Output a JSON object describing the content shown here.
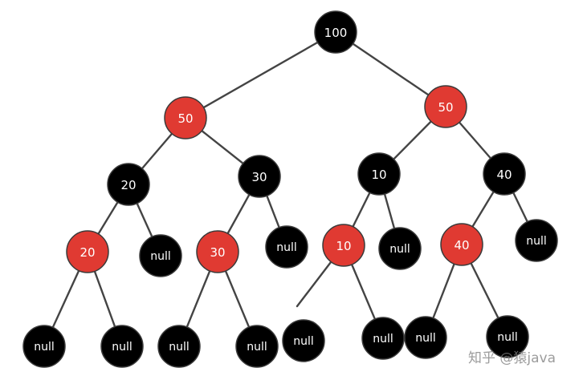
{
  "colors": {
    "red": "#e03a32",
    "black": "#000000",
    "edge": "#444444"
  },
  "tree": {
    "nodes": [
      {
        "id": "root-100",
        "label": "100",
        "color": "black"
      },
      {
        "id": "l-50",
        "label": "50",
        "color": "red"
      },
      {
        "id": "r-50",
        "label": "50",
        "color": "red"
      },
      {
        "id": "ll-20",
        "label": "20",
        "color": "black"
      },
      {
        "id": "lr-30",
        "label": "30",
        "color": "black"
      },
      {
        "id": "rl-10",
        "label": "10",
        "color": "black"
      },
      {
        "id": "rr-40",
        "label": "40",
        "color": "black"
      },
      {
        "id": "lll-20",
        "label": "20",
        "color": "red"
      },
      {
        "id": "llr-null",
        "label": "null",
        "color": "black"
      },
      {
        "id": "lrl-30",
        "label": "30",
        "color": "red"
      },
      {
        "id": "lrr-null",
        "label": "null",
        "color": "black"
      },
      {
        "id": "rll-10",
        "label": "10",
        "color": "red"
      },
      {
        "id": "rlr-null",
        "label": "null",
        "color": "black"
      },
      {
        "id": "rrl-40",
        "label": "40",
        "color": "red"
      },
      {
        "id": "rrr-null",
        "label": "null",
        "color": "black"
      },
      {
        "id": "leaf-null-1",
        "label": "null",
        "color": "black"
      },
      {
        "id": "leaf-null-2",
        "label": "null",
        "color": "black"
      },
      {
        "id": "leaf-null-3",
        "label": "null",
        "color": "black"
      },
      {
        "id": "leaf-null-4",
        "label": "null",
        "color": "black"
      },
      {
        "id": "leaf-null-5",
        "label": "null",
        "color": "black"
      },
      {
        "id": "leaf-null-6",
        "label": "null",
        "color": "black"
      },
      {
        "id": "leaf-null-7",
        "label": "null",
        "color": "black"
      },
      {
        "id": "leaf-null-8",
        "label": "null",
        "color": "black"
      }
    ],
    "edges": [
      [
        "root-100",
        "l-50"
      ],
      [
        "root-100",
        "r-50"
      ],
      [
        "l-50",
        "ll-20"
      ],
      [
        "l-50",
        "lr-30"
      ],
      [
        "r-50",
        "rl-10"
      ],
      [
        "r-50",
        "rr-40"
      ],
      [
        "ll-20",
        "lll-20"
      ],
      [
        "ll-20",
        "llr-null"
      ],
      [
        "lr-30",
        "lrl-30"
      ],
      [
        "lr-30",
        "lrr-null"
      ],
      [
        "rl-10",
        "rll-10"
      ],
      [
        "rl-10",
        "rlr-null"
      ],
      [
        "rr-40",
        "rrl-40"
      ],
      [
        "rr-40",
        "rrr-null"
      ],
      [
        "lll-20",
        "leaf-null-1"
      ],
      [
        "lll-20",
        "leaf-null-2"
      ],
      [
        "lrl-30",
        "leaf-null-3"
      ],
      [
        "lrl-30",
        "leaf-null-4"
      ],
      [
        "rll-10",
        "leaf-null-5"
      ],
      [
        "rll-10",
        "leaf-null-6"
      ],
      [
        "rrl-40",
        "leaf-null-7"
      ],
      [
        "rrl-40",
        "leaf-null-8"
      ]
    ]
  },
  "watermark": "知乎 @猿java"
}
